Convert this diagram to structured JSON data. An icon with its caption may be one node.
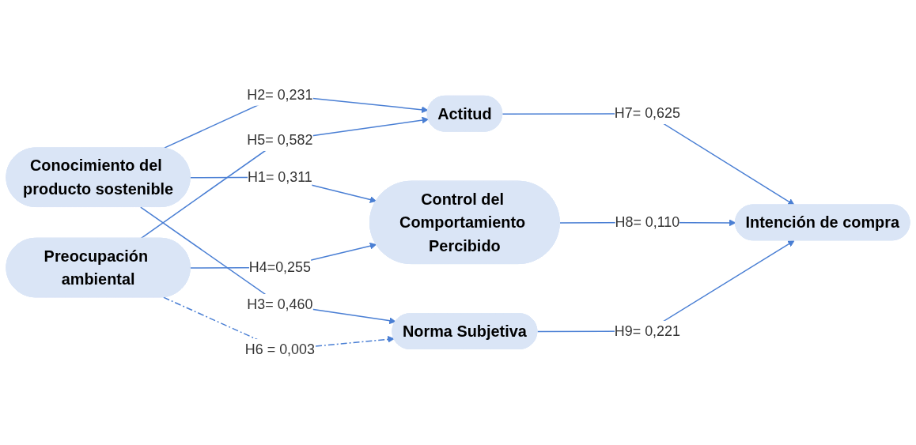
{
  "diagram": {
    "nodes": [
      {
        "text": [
          "Conocimiento del producto sostenible"
        ]
      },
      {
        "text": [
          "Preocupación ambiental"
        ]
      },
      {
        "text": [
          "Actitud"
        ]
      },
      {
        "text": [
          "Control del Comportamiento Percibido"
        ]
      },
      {
        "text": [
          "Norma Subjetiva"
        ]
      },
      {
        "text": [
          "Intención de compra"
        ]
      }
    ],
    "edges": [
      {
        "from": 0,
        "to": 2,
        "arrow": "to",
        "label": "H2= 0,231"
      },
      {
        "from": 1,
        "to": 2,
        "arrow": "to",
        "label": "H5= 0,582"
      },
      {
        "from": 0,
        "to": 3,
        "arrow": "to",
        "label": "H1= 0,311"
      },
      {
        "from": 1,
        "to": 3,
        "arrow": "to",
        "label": "H4=0,255"
      },
      {
        "from": 0,
        "to": 4,
        "arrow": "to",
        "label": "H3= 0,460"
      },
      {
        "from": 1,
        "to": 4,
        "arrow": "to",
        "label": "H6 = 0,003",
        "style": "dashed"
      },
      {
        "from": 2,
        "to": 5,
        "arrow": "to",
        "label": "H7= 0,625"
      },
      {
        "from": 3,
        "to": 5,
        "arrow": "to",
        "label": "H8= 0,110"
      },
      {
        "from": 4,
        "to": 5,
        "arrow": "to",
        "label": "H9= 0,221"
      }
    ]
  }
}
